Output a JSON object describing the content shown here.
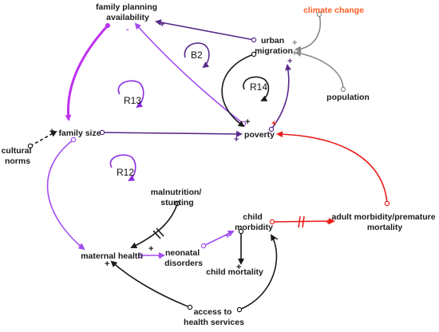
{
  "colors": {
    "black": "#1a1a1a",
    "purple": "#8b2be0",
    "purple_dark": "#5a2a8a",
    "violet": "#a24cf0",
    "magenta": "#c030f0",
    "red": "#e8201c",
    "grey": "#8a8a8a",
    "orange_text": "#ff5a1f"
  },
  "nodes": {
    "family_planning": [
      "family planning",
      "availability"
    ],
    "climate_change": [
      "climate change"
    ],
    "urban_migration": [
      "urban",
      "migration"
    ],
    "population": [
      "population"
    ],
    "family_size": [
      "family size"
    ],
    "cultural_norms": [
      "cultural",
      "norms"
    ],
    "poverty": [
      "poverty"
    ],
    "malnutrition": [
      "malnutrition/",
      "stunting"
    ],
    "child_morbidity": [
      "child",
      "morbidity"
    ],
    "adult_morbidity": [
      "adult morbidity/premature",
      "mortality"
    ],
    "maternal_health": [
      "maternal health"
    ],
    "neonatal_disorders": [
      "neonatal",
      "disorders"
    ],
    "child_mortality": [
      "child mortality"
    ],
    "access_health": [
      "access to",
      "health services"
    ]
  },
  "loops": {
    "b2": "B2",
    "r13": "R13",
    "r14": "R14",
    "r12": "R12"
  },
  "polarities": {
    "plus": "+",
    "minus": "-"
  }
}
